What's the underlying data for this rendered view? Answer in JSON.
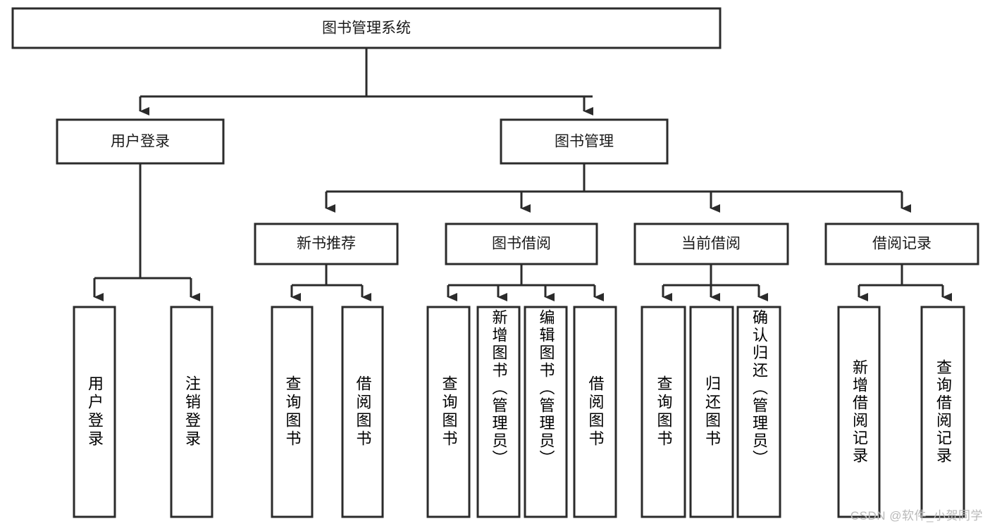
{
  "diagram": {
    "title": "图书管理系统",
    "type": "tree",
    "root": {
      "id": "root",
      "label": "图书管理系统"
    },
    "level2": [
      {
        "id": "user-login",
        "label": "用户登录"
      },
      {
        "id": "book-manage",
        "label": "图书管理"
      }
    ],
    "level3": [
      {
        "id": "new-book-recommend",
        "label": "新书推荐"
      },
      {
        "id": "book-borrow",
        "label": "图书借阅"
      },
      {
        "id": "current-borrow",
        "label": "当前借阅"
      },
      {
        "id": "borrow-record",
        "label": "借阅记录"
      }
    ],
    "leaves": {
      "user-login": [
        {
          "id": "leaf-user-login",
          "label": "用户登录"
        },
        {
          "id": "leaf-logout",
          "label": "注销登录"
        }
      ],
      "new-book-recommend": [
        {
          "id": "leaf-query-book-1",
          "label": "查询图书"
        },
        {
          "id": "leaf-borrow-book-1",
          "label": "借阅图书"
        }
      ],
      "book-borrow": [
        {
          "id": "leaf-query-book-2",
          "label": "查询图书"
        },
        {
          "id": "leaf-add-book",
          "label": "新增图书（管理员）"
        },
        {
          "id": "leaf-edit-book",
          "label": "编辑图书（管理员）"
        },
        {
          "id": "leaf-borrow-book-2",
          "label": "借阅图书"
        }
      ],
      "current-borrow": [
        {
          "id": "leaf-query-book-3",
          "label": "查询图书"
        },
        {
          "id": "leaf-return-book",
          "label": "归还图书"
        },
        {
          "id": "leaf-confirm-return",
          "label": "确认归还（管理员）"
        }
      ],
      "borrow-record": [
        {
          "id": "leaf-add-record",
          "label": "新增借阅记录"
        },
        {
          "id": "leaf-query-record",
          "label": "查询借阅记录"
        }
      ]
    },
    "colors": {
      "stroke": "#2b2b2b",
      "fill": "#ffffff",
      "text": "#1a1a1a",
      "watermark": "#b9b9b9"
    }
  },
  "watermark": {
    "text": "CSDN @软件_小贺同学"
  }
}
